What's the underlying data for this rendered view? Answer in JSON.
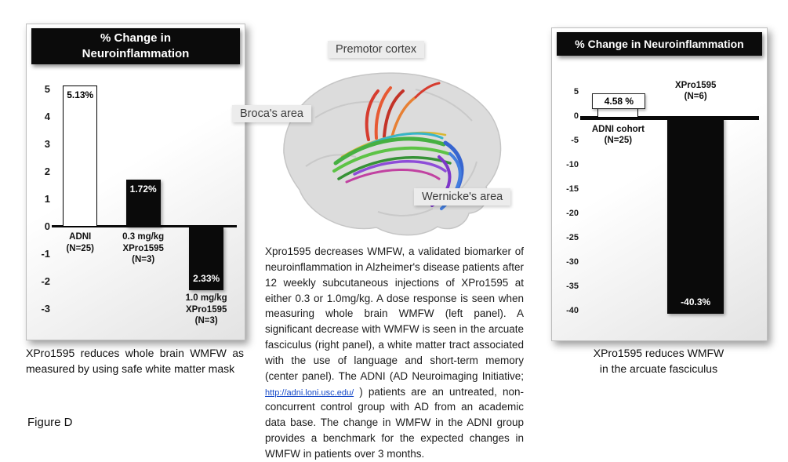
{
  "figure_label": "Figure D",
  "chart_data": [
    {
      "type": "bar",
      "panel": "left",
      "title_line1": "% Change in",
      "title_line2": "Neuroinflammation",
      "categories": [
        "ADNI\n(N=25)",
        "0.3 mg/kg\nXPro1595\n(N=3)",
        "1.0 mg/kg\nXPro1595\n(N=3)"
      ],
      "values": [
        5.13,
        1.72,
        -2.33
      ],
      "bar_labels": [
        "5.13%",
        "1.72%",
        "2.33%"
      ],
      "bar_colors": [
        "#ffffff",
        "#0a0a0a",
        "#0a0a0a"
      ],
      "yticks": [
        5,
        4,
        3,
        2,
        1,
        0,
        -1,
        -2,
        -3
      ],
      "ylim": [
        -3.6,
        5.7
      ],
      "grid": false,
      "legend": "none",
      "caption": "XPro1595 reduces whole brain WMFW as measured by using safe white matter mask"
    },
    {
      "type": "bar",
      "panel": "right",
      "title_line1": "% Change in Neuroinflammation",
      "title_line2": "",
      "categories": [
        "ADNI cohort\n(N=25)",
        "XPro1595\n(N=6)"
      ],
      "values": [
        4.58,
        -40.3
      ],
      "bar_labels": [
        "4.58 %",
        "-40.3%"
      ],
      "bar_colors": [
        "#ffffff",
        "#0a0a0a"
      ],
      "yticks": [
        5,
        0,
        -5,
        -10,
        -15,
        -20,
        -25,
        -30,
        -35,
        -40
      ],
      "ylim": [
        -43.5,
        7.5
      ],
      "grid": false,
      "legend": "none",
      "caption": "XPro1595 reduces WMFW\nin the arcuate fasciculus"
    }
  ],
  "brain_panel": {
    "labels": {
      "premotor": "Premotor cortex",
      "broca": "Broca's area",
      "wernicke": "Wernicke's area"
    }
  },
  "description": {
    "before_link": "Xpro1595 decreases WMFW, a validated biomarker of neuroinflammation in Alzheimer's disease patients after 12 weekly subcutaneous injections of XPro1595 at either 0.3 or 1.0mg/kg.  A dose response is seen when measuring whole brain WMFW (left panel).  A significant decrease with WMFW is seen in the arcuate fasciculus (right panel), a white matter tract associated with the use of language and short-term memory (center panel).  The ADNI (AD Neuroimaging Initiative; ",
    "link_text": "http://adni.loni.usc.edu/",
    "after_link": " )  patients are an untreated, non-concurrent control group with AD from an academic data base.  The change in WMFW in the ADNI group provides a benchmark for the expected changes in WMFW in patients over 3 months."
  }
}
